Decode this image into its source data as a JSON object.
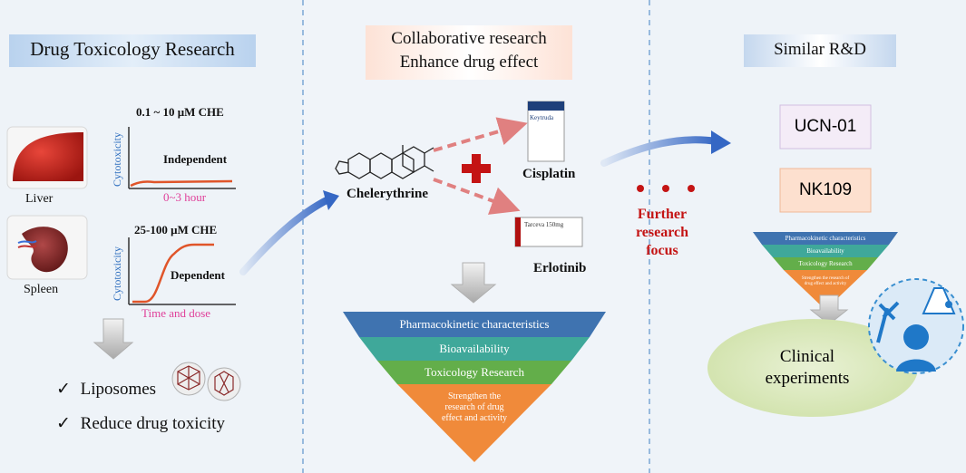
{
  "panels": {
    "left": {
      "title": "Drug Toxicology Research",
      "liver": {
        "organ": "Liver",
        "dose": "0.1 ~ 10 μM CHE",
        "ylabel": "Cytotoxicity",
        "relation": "Independent",
        "xlabel": "0~3 hour"
      },
      "spleen": {
        "organ": "Spleen",
        "dose": "25-100 μM CHE",
        "ylabel": "Cytotoxicity",
        "relation": "Dependent",
        "xlabel": "Time and dose"
      },
      "solutions": [
        {
          "check": "✓",
          "text": "Liposomes"
        },
        {
          "check": "✓",
          "text": "Reduce drug toxicity"
        }
      ]
    },
    "middle": {
      "title_line1": "Collaborative research",
      "title_line2": "Enhance drug effect",
      "compound": "Chelerythrine",
      "partners": [
        "Cisplatin",
        "Erlotinib"
      ],
      "package_labels": [
        "Keytruda",
        "Tarceva 150mg"
      ],
      "funnel": [
        "Pharmacokinetic characteristics",
        "Bioavailability",
        "Toxicology Research",
        "Strengthen the research of drug effect and activity"
      ]
    },
    "right": {
      "title": "Similar R&D",
      "candidates": [
        "UCN-01",
        "NK109"
      ],
      "funnel": [
        "Pharmacokinetic characteristics",
        "Bioavailability",
        "Toxicology Research",
        "Strengthen the research of drug effect and activity"
      ],
      "outcome": "Clinical experiments"
    },
    "transition": {
      "dots": "• • •",
      "label": "Further research focus"
    }
  },
  "colors": {
    "curve": "#e0552a",
    "axis_label": "#2f6fbf",
    "x_label": "#e0409a",
    "accent_red": "#c41414",
    "funnel": [
      "#3f73b0",
      "#3fa89a",
      "#63ae4a",
      "#f08a3a"
    ]
  }
}
